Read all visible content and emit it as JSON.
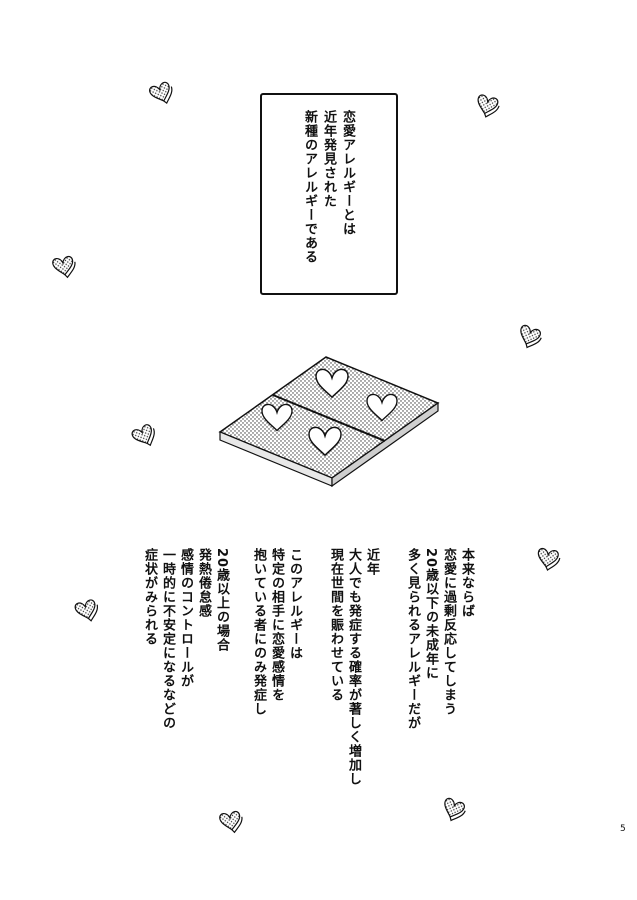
{
  "title_box": {
    "lines": [
      "恋愛アレルギーとは",
      "近年発見された",
      "新種のアレルギーである"
    ]
  },
  "body_text": {
    "paragraph_1": [
      "本来ならば",
      "恋愛に過剰反応してしまう",
      "20歳以下の未成年に",
      "多く見られるアレルギーだが"
    ],
    "paragraph_2": [
      "近年",
      "大人でも発症する確率が著しく増加し",
      "現在世間を賑わせている"
    ],
    "paragraph_3": [
      "このアレルギーは",
      "特定の相手に恋愛感情を",
      "抱いている者にのみ発症し"
    ],
    "paragraph_4": [
      "20歳以上の場合",
      "発熱倦怠感",
      "感情のコントロールが",
      "一時的に不安定になるなどの",
      "症状がみられる"
    ]
  },
  "page_number": "5",
  "icons": [
    "heart-chocolate-icon",
    "chocolate-tray-icon"
  ]
}
